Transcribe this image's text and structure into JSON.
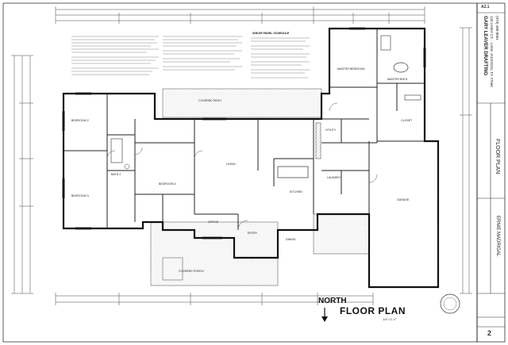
{
  "sheet": {
    "title": "FLOOR PLAN",
    "north_label": "NORTH",
    "scale_note": "1/4\"=1'-0\"",
    "sheet_number": "2",
    "sheet_id": "A2.1"
  },
  "title_block": {
    "firm": "GARY LEAVER DRAFTING",
    "address": "120 LINDA CT. · LAKE JACKSON, TX 77566",
    "phone": "(979) 480-8861",
    "drawing_name": "FLOOR PLAN",
    "client": "ERNIE MADRIGAL"
  },
  "rooms": {
    "bedroom2": "BEDROOM 2",
    "bedroom3": "BEDROOM 3",
    "bedroom4": "BEDROOM 4",
    "bath2": "BATH 2",
    "living": "LIVING",
    "kitchen": "KITCHEN",
    "dining": "DINING",
    "office": "OFFICE",
    "entry": "ENTRY",
    "laundry": "LAUNDRY",
    "utility": "UTILITY",
    "garage": "GARAGE",
    "covered_patio": "COVERED PATIO",
    "master_bedroom": "MASTER BEDROOM",
    "master_bath": "MASTER BATH",
    "closet": "CLOSET",
    "covered_porch": "COVERED PORCH",
    "shear_panel_schedule": "SHEAR PANEL SCHEDULE"
  }
}
